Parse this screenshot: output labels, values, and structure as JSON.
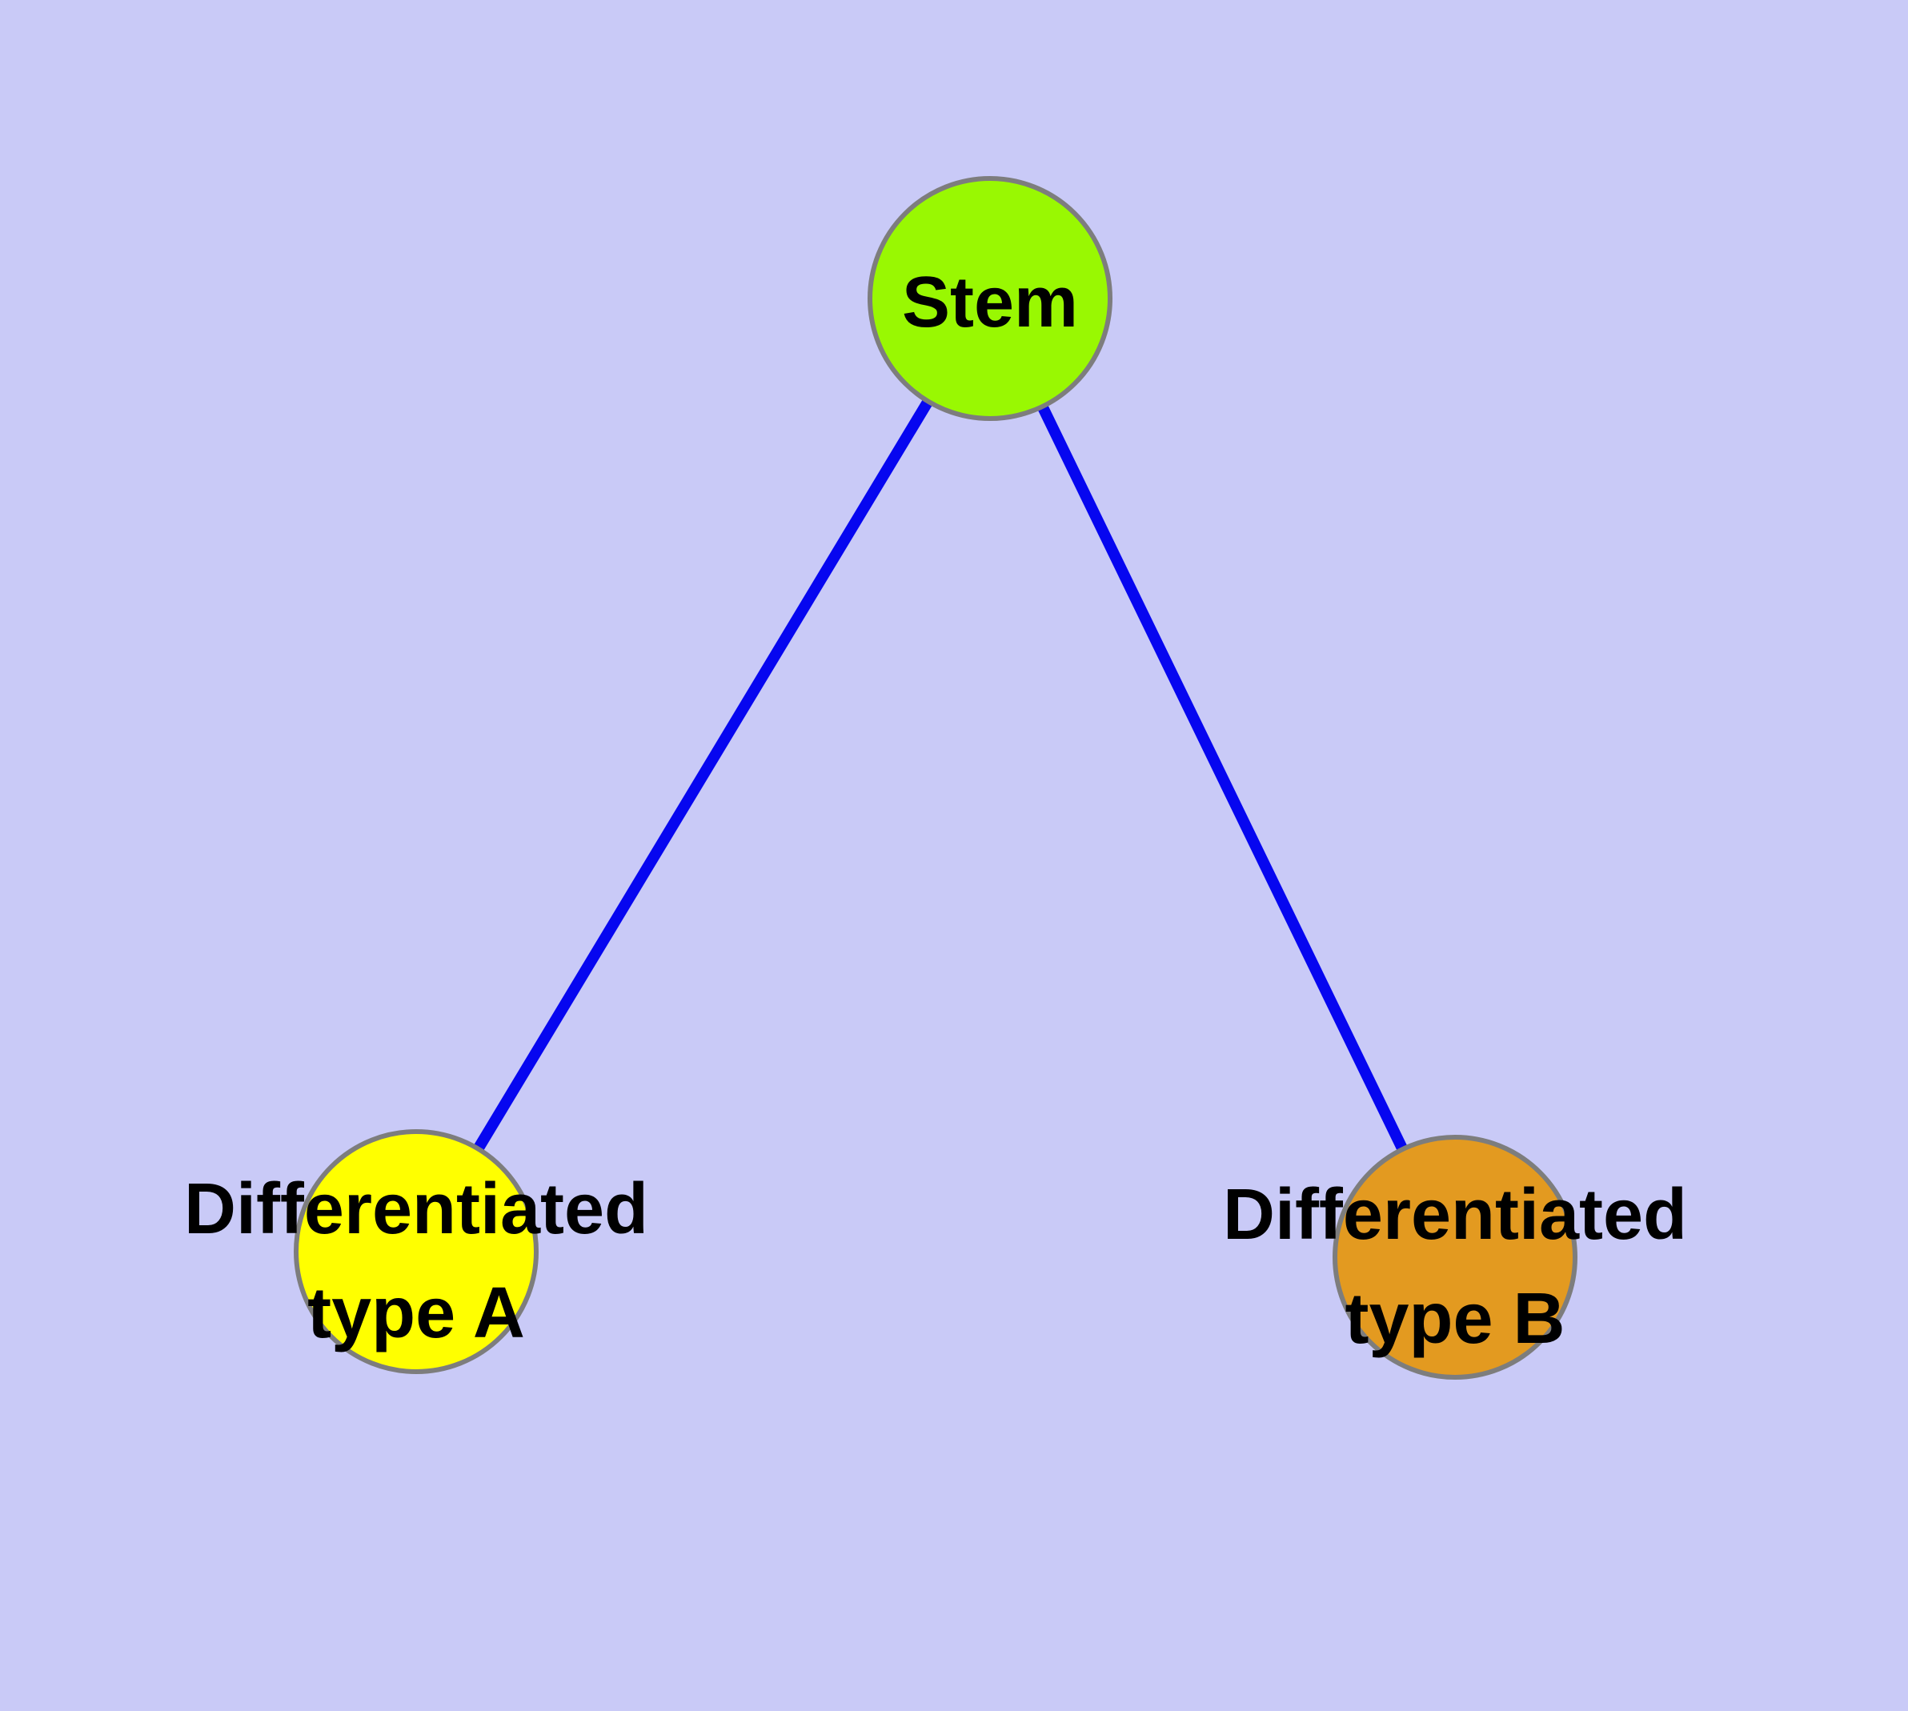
{
  "diagram": {
    "kind": "node-link graph",
    "description": "Stem cell differentiation diagram: a stem node linked to two differentiated cell type nodes",
    "colors": {
      "background": "#c9caf7",
      "edge": "#0606f0",
      "node_border": "#7d7d7d",
      "label": "#000000"
    },
    "nodes": {
      "stem": {
        "label": "Stem",
        "fill": "#99f802"
      },
      "type_a": {
        "label_line1": "Differentiated",
        "label_line2": "type A",
        "fill": "#ffff00"
      },
      "type_b": {
        "label_line1": "Differentiated",
        "label_line2": "type B",
        "fill": "#e39a20"
      }
    },
    "edges": [
      {
        "from": "Stem",
        "to": "Differentiated type A"
      },
      {
        "from": "Stem",
        "to": "Differentiated type B"
      }
    ]
  }
}
